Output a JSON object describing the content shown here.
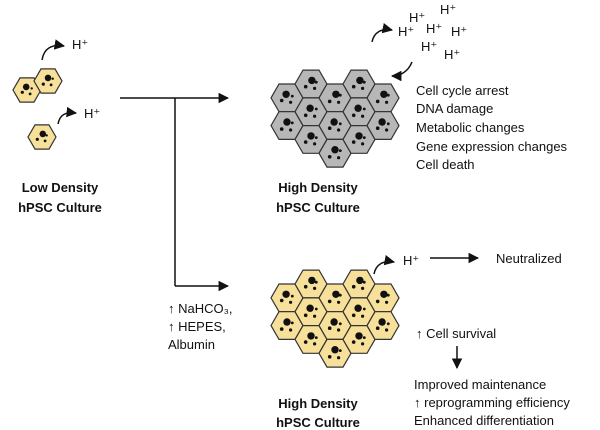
{
  "colors": {
    "cell_yellow": "#f7e09a",
    "cell_gray": "#b7b7b7",
    "stroke": "#333333",
    "nucleus": "#111111"
  },
  "proton": "H⁺",
  "low_density": {
    "line1": "Low Density",
    "line2": "hPSC Culture"
  },
  "high_density_top": {
    "line1": "High Density",
    "line2": "hPSC Culture",
    "effects": [
      "Cell cycle arrest",
      "DNA damage",
      "Metabolic changes",
      "Gene expression changes",
      "Cell death"
    ]
  },
  "treatment": [
    "↑ NaHCO₃,",
    "↑ HEPES,",
    "Albumin"
  ],
  "high_density_bottom": {
    "line1": "High Density",
    "line2": "hPSC Culture",
    "neutralized": "Neutralized",
    "survival": "↑ Cell survival",
    "outcomes": [
      "Improved maintenance",
      "↑ reprogramming efficiency",
      "Enhanced differentiation"
    ]
  }
}
